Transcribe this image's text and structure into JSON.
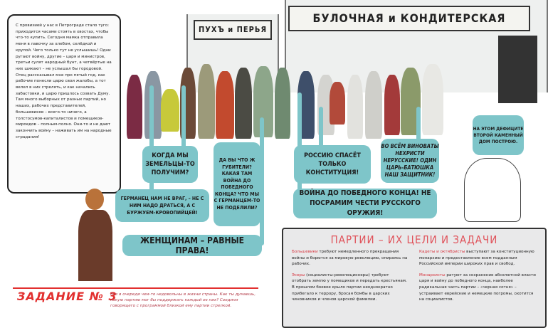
{
  "story": {
    "paragraphs": [
      "С провизией у нас в Петрограде стало туго: приходится часами стоять в хвостах, чтобы что-то купить. Сегодня мамка отправила меня в лавочку за хлебом, селёдкой и крупой. Чего только тут не услышишь! Одни ругают войну, другие – царя и министров, третьи сулят народный бунт, а четвёртые на них шикают – не услышал бы городовой.",
      "Отец рассказывал мне про пятый год, как рабочие понесли царю свои жалобы, а тот велел в них стрелять, и как начались забастовки, и царю пришлось созвать Думу. Там много выборных от разных партий, но наших, рабочих представителей, большевиков – всего-то ничего, а толстосумов-капиталистов и помещиков-мироедов – полным-полно. Они-то и не дают закончить войну – наживать им на народные страдания!"
    ]
  },
  "signs": {
    "shop1": "ПУХЪ и ПЕРЬЯ",
    "shop2": "БУЛОЧНАЯ и КОНДИТЕРСКАЯ"
  },
  "bubbles": {
    "land": "Когда мы земельцы-то получим?",
    "german": "Германец нам не враг, – не с ним надо драться, а с буржуем-кровопийцей!",
    "traitors": "Да вы что ж губители? Какая там война до победного конца? Что мы с германцем-то не поделили?",
    "women": "Женщинам – равные права!",
    "constitution": "Россию спасёт только конституция!",
    "tsar": "Во всём виноваты нехристи нерусские! Один царь-батюшка наш защитник!",
    "deficit": "На этом дефиците второй каменный дом построю.",
    "war": "Война до победного конца! Не посрамим чести русского оружия!"
  },
  "parties": {
    "title": "ПАРТИИ – ИХ ЦЕЛИ И ЗАДАЧИ",
    "items": [
      {
        "name": "Большевики",
        "text": " требуют немедленного прекращения войны и борются за мировую революцию, опираясь на рабочих."
      },
      {
        "name": "Эсеры",
        "text": " (социалисты-революционеры) требуют отобрать землю у помещиков и передать крестьянам. В прошлом боевое крыло партии неоднократно прибегало к террору, бросая бомбы в царских чиновников и членов царской фамилии."
      },
      {
        "name": "Кадеты и октябристы",
        "text": " выступают за конституционную монархию и предоставление всем подданным Российской империи широких прав и свобод."
      },
      {
        "name": "Монархисты",
        "text": " ратуют за сохранение абсолютной власти царя и войну до победного конца, наиболее радикальная часть партии – «черная сотня» – устраивает еврейские и немецкие погромы, охотится на социалистов."
      }
    ]
  },
  "task": {
    "title": "ЗАДАНИЕ № 3",
    "text": "Все в очереди чем-то недовольны в жизни страны. Как ты думаешь, какую партию мог бы поддержать каждый из них? Соедини говорящего с программой близкой ему партии стрелкой."
  },
  "colors": {
    "bubble": "#7ec5c9",
    "accent": "#e2302f"
  }
}
